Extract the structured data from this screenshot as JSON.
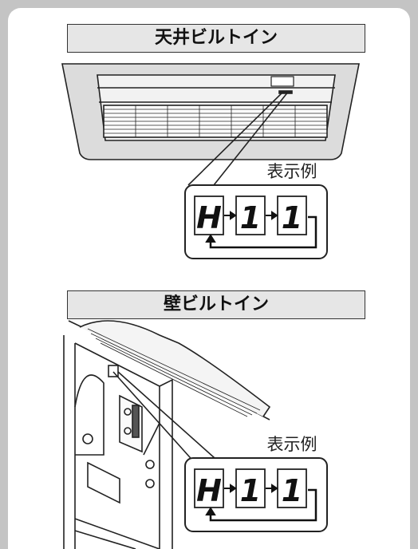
{
  "sections": [
    {
      "title": "天井ビルトイン",
      "example_label": "表示例",
      "display_codes": [
        "H",
        "1",
        "1"
      ]
    },
    {
      "title": "壁ビルトイン",
      "example_label": "表示例",
      "display_codes": [
        "H",
        "1",
        "1"
      ]
    }
  ],
  "colors": {
    "background": "#c4c4c4",
    "panel": "#ffffff",
    "title_bg": "#e6e6e6",
    "line": "#222222"
  }
}
